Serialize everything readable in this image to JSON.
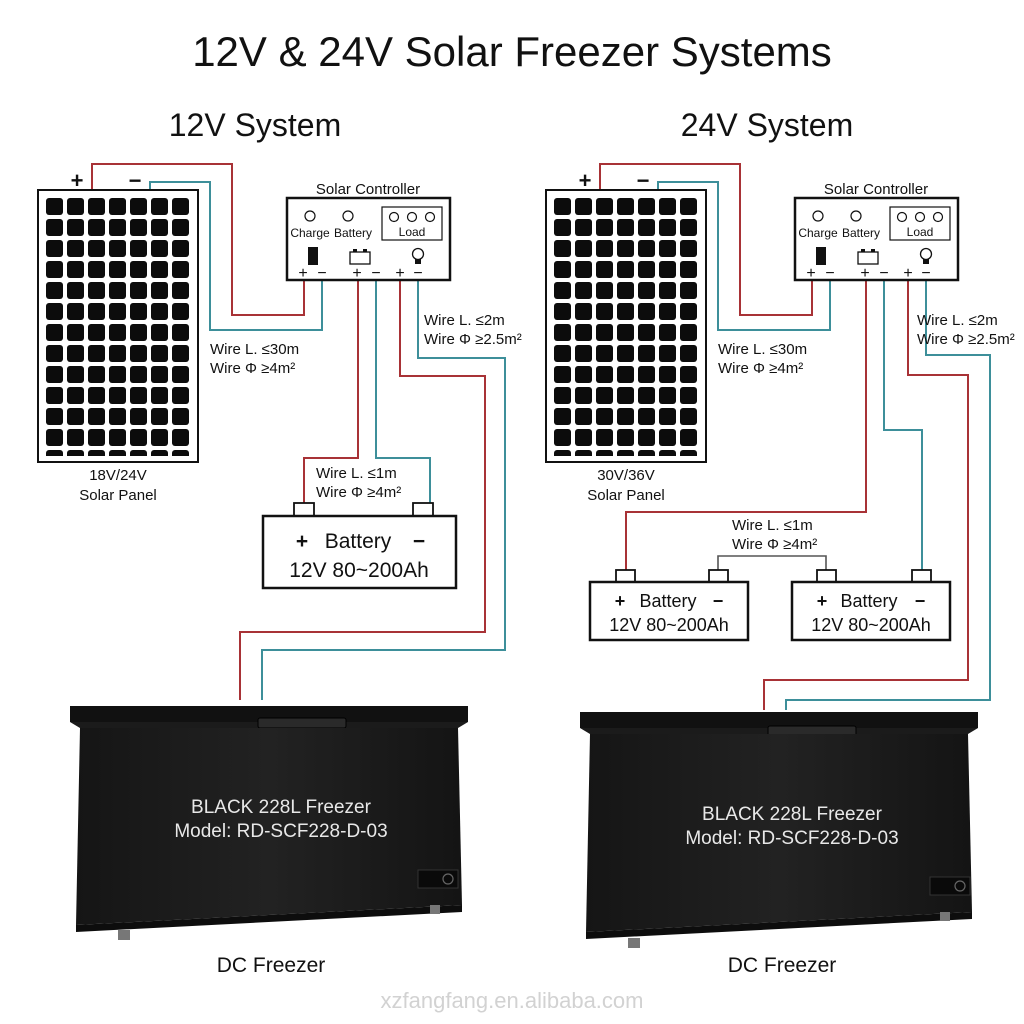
{
  "title": "12V & 24V Solar Freezer Systems",
  "watermark": "xzfangfang.en.alibaba.com",
  "colors": {
    "positive_wire": "#a83236",
    "negative_wire": "#3d8f9a",
    "freezer": "#1a1a1a"
  },
  "left": {
    "system_label": "12V System",
    "panel_plus": "+",
    "panel_minus": "−",
    "panel_voltage": "18V/24V",
    "panel_name": "Solar Panel",
    "controller": {
      "title": "Solar Controller",
      "charge": "Charge",
      "battery": "Battery",
      "load": "Load"
    },
    "wire_panel": {
      "length": "Wire L. ≤30m",
      "diameter": "Wire Φ ≥4m²"
    },
    "wire_load": {
      "length": "Wire L. ≤2m",
      "diameter": "Wire Φ ≥2.5m²"
    },
    "wire_battery": {
      "length": "Wire L. ≤1m",
      "diameter": "Wire Φ ≥4m²"
    },
    "battery": {
      "plus": "+",
      "name": "Battery",
      "minus": "−",
      "spec": "12V 80~200Ah"
    },
    "freezer": {
      "line1": "BLACK 228L Freezer",
      "line2": "Model: RD-SCF228-D-03",
      "label": "DC Freezer"
    }
  },
  "right": {
    "system_label": "24V System",
    "panel_plus": "+",
    "panel_minus": "−",
    "panel_voltage": "30V/36V",
    "panel_name": "Solar Panel",
    "controller": {
      "title": "Solar Controller",
      "charge": "Charge",
      "battery": "Battery",
      "load": "Load"
    },
    "wire_panel": {
      "length": "Wire L. ≤30m",
      "diameter": "Wire Φ ≥4m²"
    },
    "wire_load": {
      "length": "Wire L. ≤2m",
      "diameter": "Wire Φ ≥2.5m²"
    },
    "wire_battery": {
      "length": "Wire L. ≤1m",
      "diameter": "Wire Φ ≥4m²"
    },
    "battery_a": {
      "plus": "+",
      "name": "Battery",
      "minus": "−",
      "spec": "12V 80~200Ah"
    },
    "battery_b": {
      "plus": "+",
      "name": "Battery",
      "minus": "−",
      "spec": "12V 80~200Ah"
    },
    "freezer": {
      "line1": "BLACK 228L Freezer",
      "line2": "Model: RD-SCF228-D-03",
      "label": "DC Freezer"
    }
  }
}
